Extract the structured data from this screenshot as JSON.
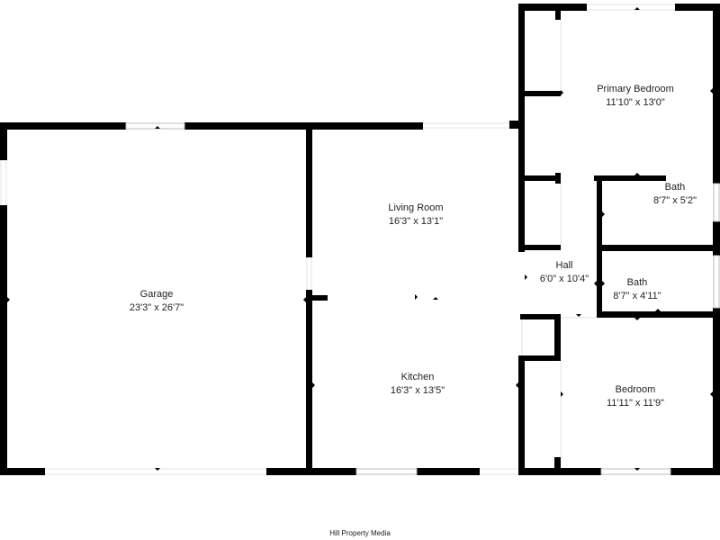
{
  "floorplan": {
    "rooms": [
      {
        "id": "garage",
        "name": "Garage",
        "dims": "23'3\" x 26'7\""
      },
      {
        "id": "living",
        "name": "Living Room",
        "dims": "16'3\" x 13'1\""
      },
      {
        "id": "kitchen",
        "name": "Kitchen",
        "dims": "16'3\" x 13'5\""
      },
      {
        "id": "primary",
        "name": "Primary Bedroom",
        "dims": "11'10\" x 13'0\""
      },
      {
        "id": "bath1",
        "name": "Bath",
        "dims": "8'7\" x 5'2\""
      },
      {
        "id": "hall",
        "name": "Hall",
        "dims": "6'0\" x 10'4\""
      },
      {
        "id": "bath2",
        "name": "Bath",
        "dims": "8'7\" x 4'11\""
      },
      {
        "id": "bedroom",
        "name": "Bedroom",
        "dims": "11'11\" x 11'9\""
      }
    ],
    "wall_color": "#000000",
    "window_color": "#cfcfcf"
  },
  "credit": "Hill Property Media"
}
